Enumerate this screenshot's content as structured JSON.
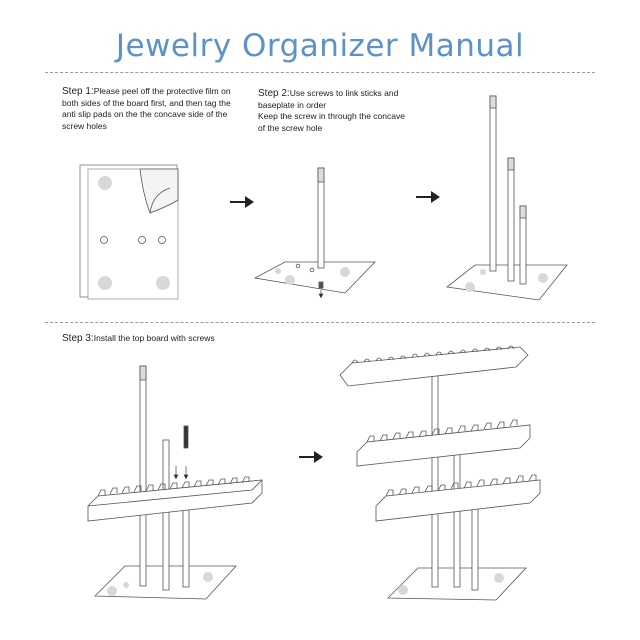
{
  "title": "Jewelry Organizer Manual",
  "step1": {
    "heading": "Step 1:",
    "text": "Please peel off the protective film on both sides of the board first, and then tag the anti slip pads on the the concave side of the screw holes"
  },
  "step2": {
    "heading": "Step 2:",
    "line1": "Use screws to link sticks and baseplate in order",
    "line2": "Keep the screw in through the concave of the screw hole"
  },
  "step3": {
    "heading": "Step 3:",
    "text": "Install the top board with screws"
  },
  "colors": {
    "title": "#5b93c9",
    "line": "#333333",
    "pad": "#d8d8d8"
  }
}
